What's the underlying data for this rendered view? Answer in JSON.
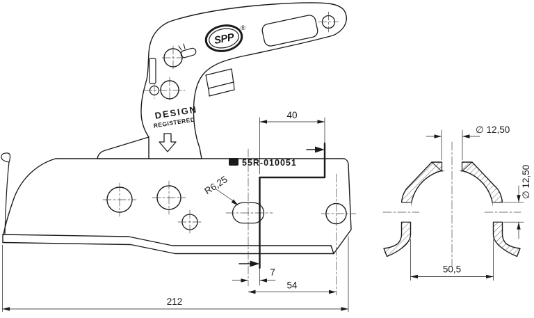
{
  "drawing": {
    "kind": "technical-drawing",
    "background_color": "#ffffff",
    "line_color": "#1a1a1a",
    "labels": {
      "logo_text": "SPP",
      "registered_symbol": "®",
      "stamp_line1": "DESIGN",
      "stamp_line2": "REGISTERED",
      "approval_marking": "55R-010051"
    },
    "dimensions": {
      "main_view": {
        "section_offset_top": "40",
        "slot_radius": "R6,25",
        "slot_to_section": "7",
        "hole_spacing": "54",
        "overall_length": "212"
      },
      "section_view": {
        "top_hole_diameter": "∅ 12,50",
        "side_hole_diameter": "∅ 12,50",
        "inner_width": "50,5"
      }
    }
  }
}
